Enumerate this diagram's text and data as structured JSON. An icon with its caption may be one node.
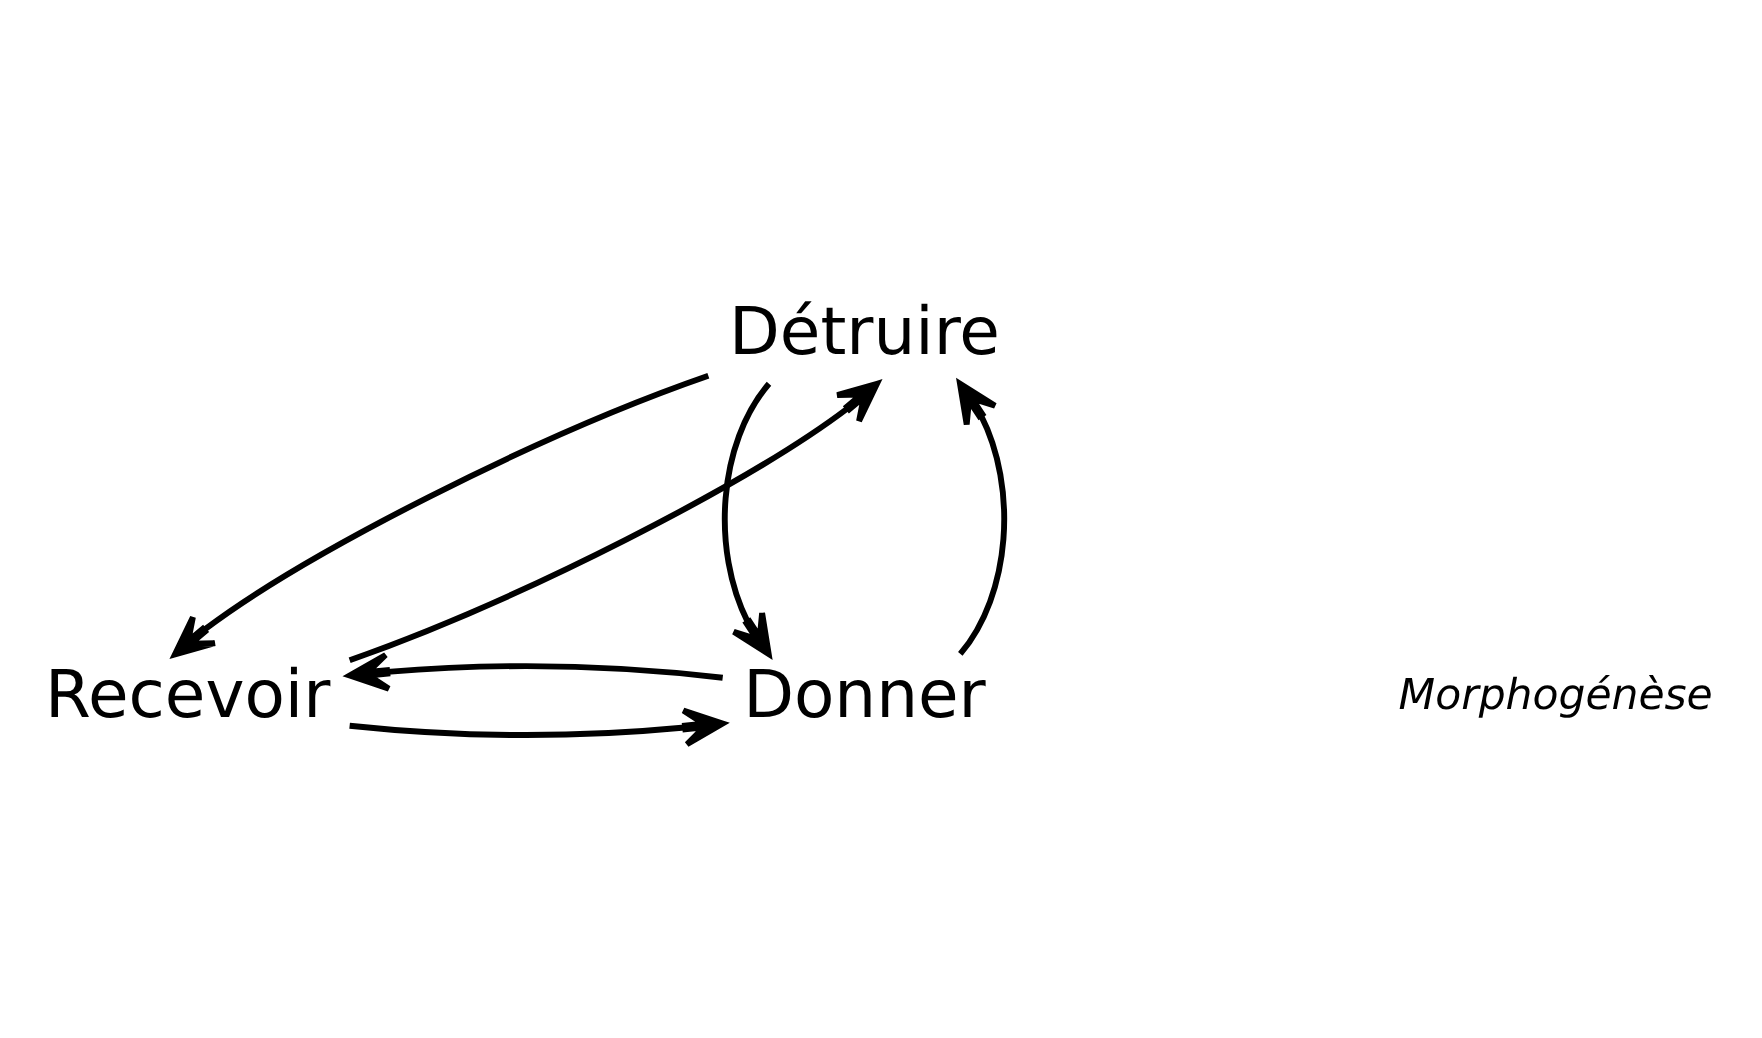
{
  "diagram": {
    "nodes": [
      {
        "text": [
          "Détruire"
        ]
      },
      {
        "text": [
          "Recevoir"
        ]
      },
      {
        "text": [
          "Donner"
        ]
      }
    ],
    "edges": [
      {
        "from": 1,
        "to": 0,
        "arrow": "to"
      },
      {
        "from": 0,
        "to": 1,
        "arrow": "to"
      },
      {
        "from": 0,
        "to": 2,
        "arrow": "to"
      },
      {
        "from": 2,
        "to": 0,
        "arrow": "to"
      },
      {
        "from": 1,
        "to": 2,
        "arrow": "to"
      },
      {
        "from": 2,
        "to": 1,
        "arrow": "to"
      }
    ],
    "labels": [
      "Morphogénèse"
    ]
  }
}
